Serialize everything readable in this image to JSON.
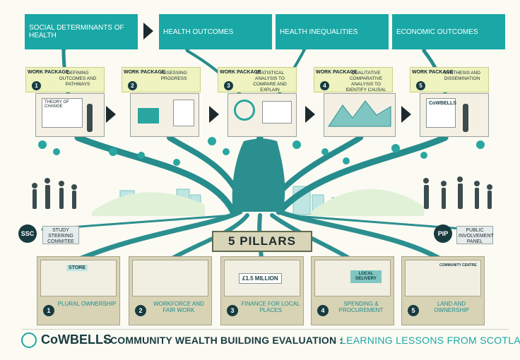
{
  "colors": {
    "teal": "#1aa8a6",
    "dark": "#173b3f",
    "cream": "#fbfaf3",
    "lime": "#eef3bf",
    "khaki": "#d8d3b5"
  },
  "outcomes": [
    {
      "label": "Social Determinants of Health"
    },
    {
      "label": "Health Outcomes"
    },
    {
      "label": "Health Inequalities"
    },
    {
      "label": "Economic Outcomes"
    }
  ],
  "work_packages": [
    {
      "tag": "WORK PACKAGE",
      "number": "1",
      "description": "Defining outcomes and pathways",
      "scene_text": "Theory of Change"
    },
    {
      "tag": "WORK PACKAGE",
      "number": "2",
      "description": "Assessing progress",
      "scene_text": ""
    },
    {
      "tag": "WORK PACKAGE",
      "number": "3",
      "description": "Statistical analysis to compare and explain outcomes",
      "scene_text": ""
    },
    {
      "tag": "WORK PACKAGE",
      "number": "4",
      "description": "Qualitative comparative analysis to identify causal combinations",
      "scene_text": ""
    },
    {
      "tag": "WORK PACKAGE",
      "number": "5",
      "description": "Synthesis and dissemination",
      "scene_text": "CoWBELLS"
    }
  ],
  "steering": {
    "abbr": "SSC",
    "label": "Study Steering Commitee"
  },
  "involvement": {
    "abbr": "PIP",
    "label": "Public Involvement Panel"
  },
  "pillars_title": "5 PILLARS",
  "pillars": [
    {
      "number": "1",
      "label": "Plural Ownership",
      "scene_text": "STORE"
    },
    {
      "number": "2",
      "label": "Workforce and Fair Work",
      "scene_text": ""
    },
    {
      "number": "3",
      "label": "Finance for Local Places",
      "scene_text": "£1.5 MILLION"
    },
    {
      "number": "4",
      "label": "Spending & Procurement",
      "scene_text": "LOCAL DELIVERY"
    },
    {
      "number": "5",
      "label": "Land and Ownership",
      "scene_text": "COMMUNITY CENTRE"
    }
  ],
  "footer": {
    "brand": "CoWBELLS",
    "middle": "- COMMUNITY WEALTH BUILDING EVALUATION :",
    "end": "LEARNING LESSONS FROM SCOTLAND"
  }
}
